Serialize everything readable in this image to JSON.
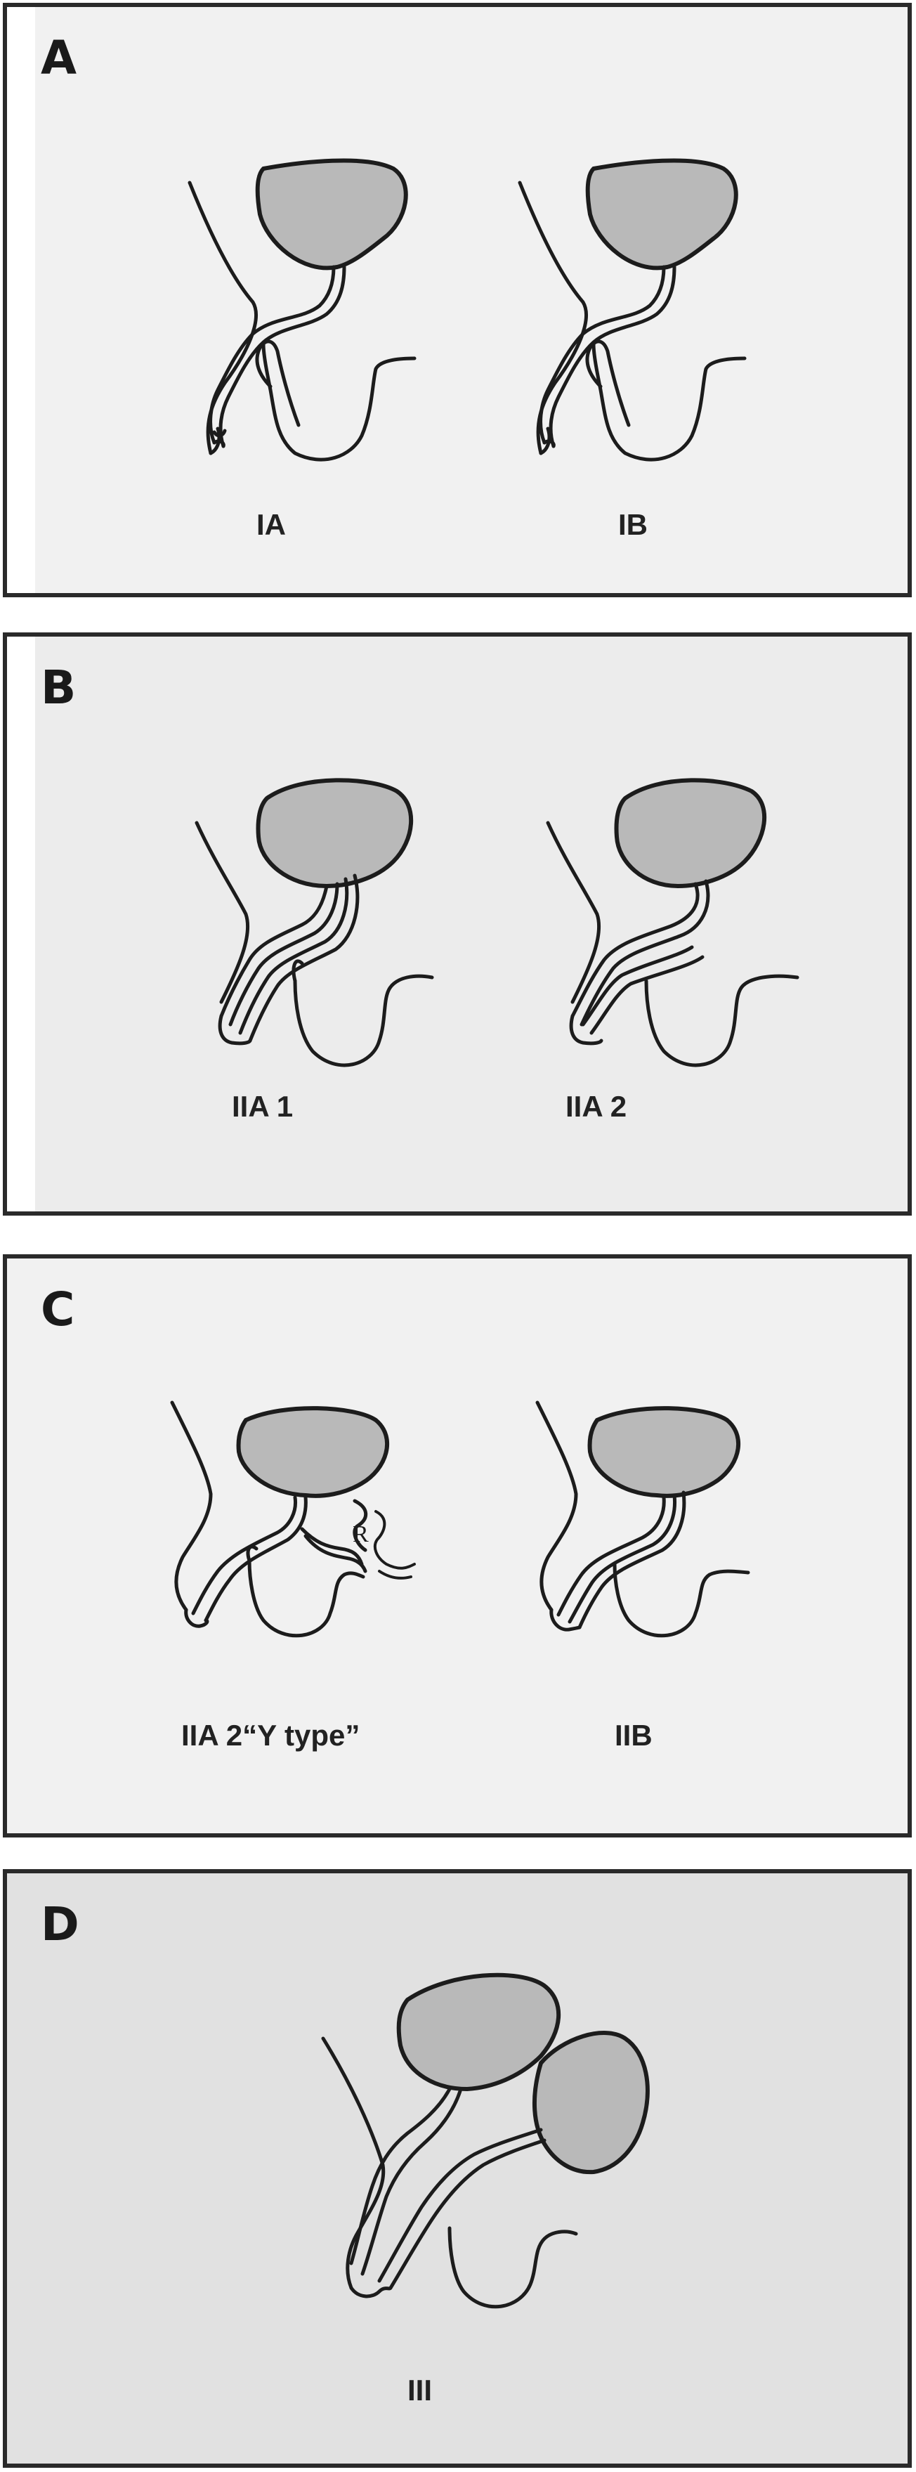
{
  "panels": [
    {
      "letter": "A",
      "labels": [
        "IA",
        "IB"
      ],
      "background": "#f1f1f1"
    },
    {
      "letter": "B",
      "labels": [
        "IIA 1",
        "IIA 2"
      ],
      "background": "#ececec"
    },
    {
      "letter": "C",
      "labels": [
        "IIA 2“Y type”",
        "IIB"
      ],
      "annotation": "R",
      "background": "#f1f1f1"
    },
    {
      "letter": "D",
      "labels": [
        "III"
      ],
      "background": "#e1e1e1"
    }
  ]
}
